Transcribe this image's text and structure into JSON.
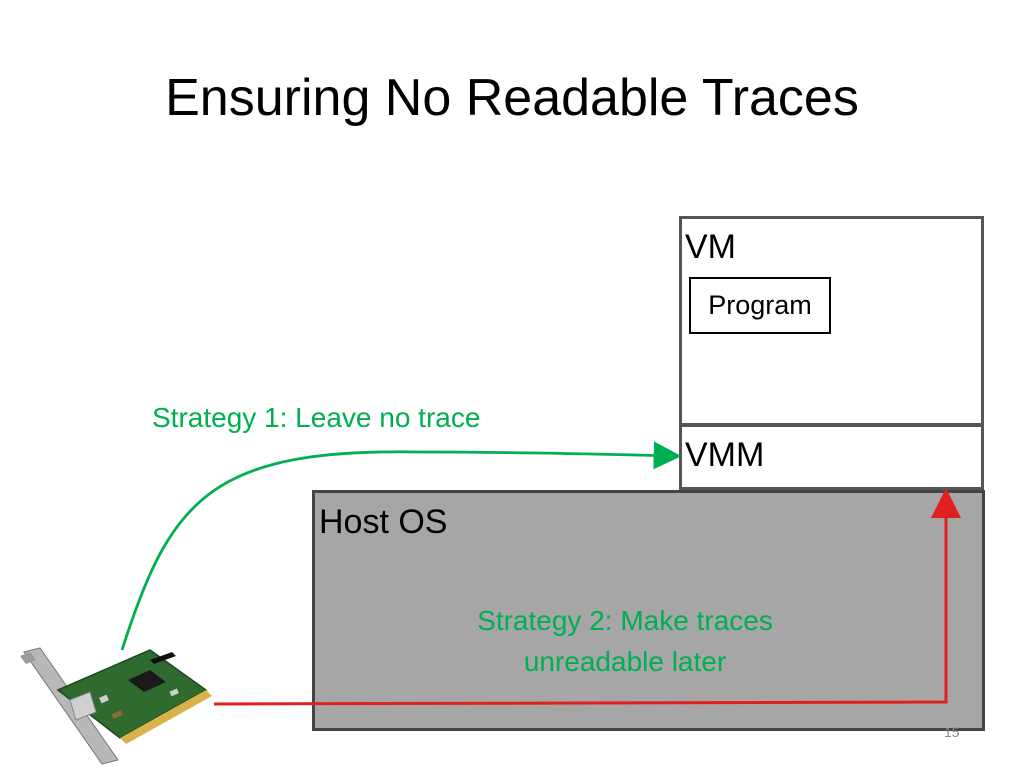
{
  "slide": {
    "title": "Ensuring No Readable Traces",
    "slide_number": "15"
  },
  "diagram": {
    "vm_label": "VM",
    "program_label": "Program",
    "vmm_label": "VMM",
    "host_os_label": "Host OS",
    "strategy_1": "Strategy 1: Leave no trace",
    "strategy_2_line1": "Strategy 2: Make traces",
    "strategy_2_line2": "unreadable later"
  },
  "colors": {
    "strategy_text": "#00b050",
    "green_arrow": "#00b050",
    "red_arrow": "#e02020",
    "host_fill": "#a6a6a6"
  },
  "icons": {
    "network_card": "network-interface-card-image"
  }
}
